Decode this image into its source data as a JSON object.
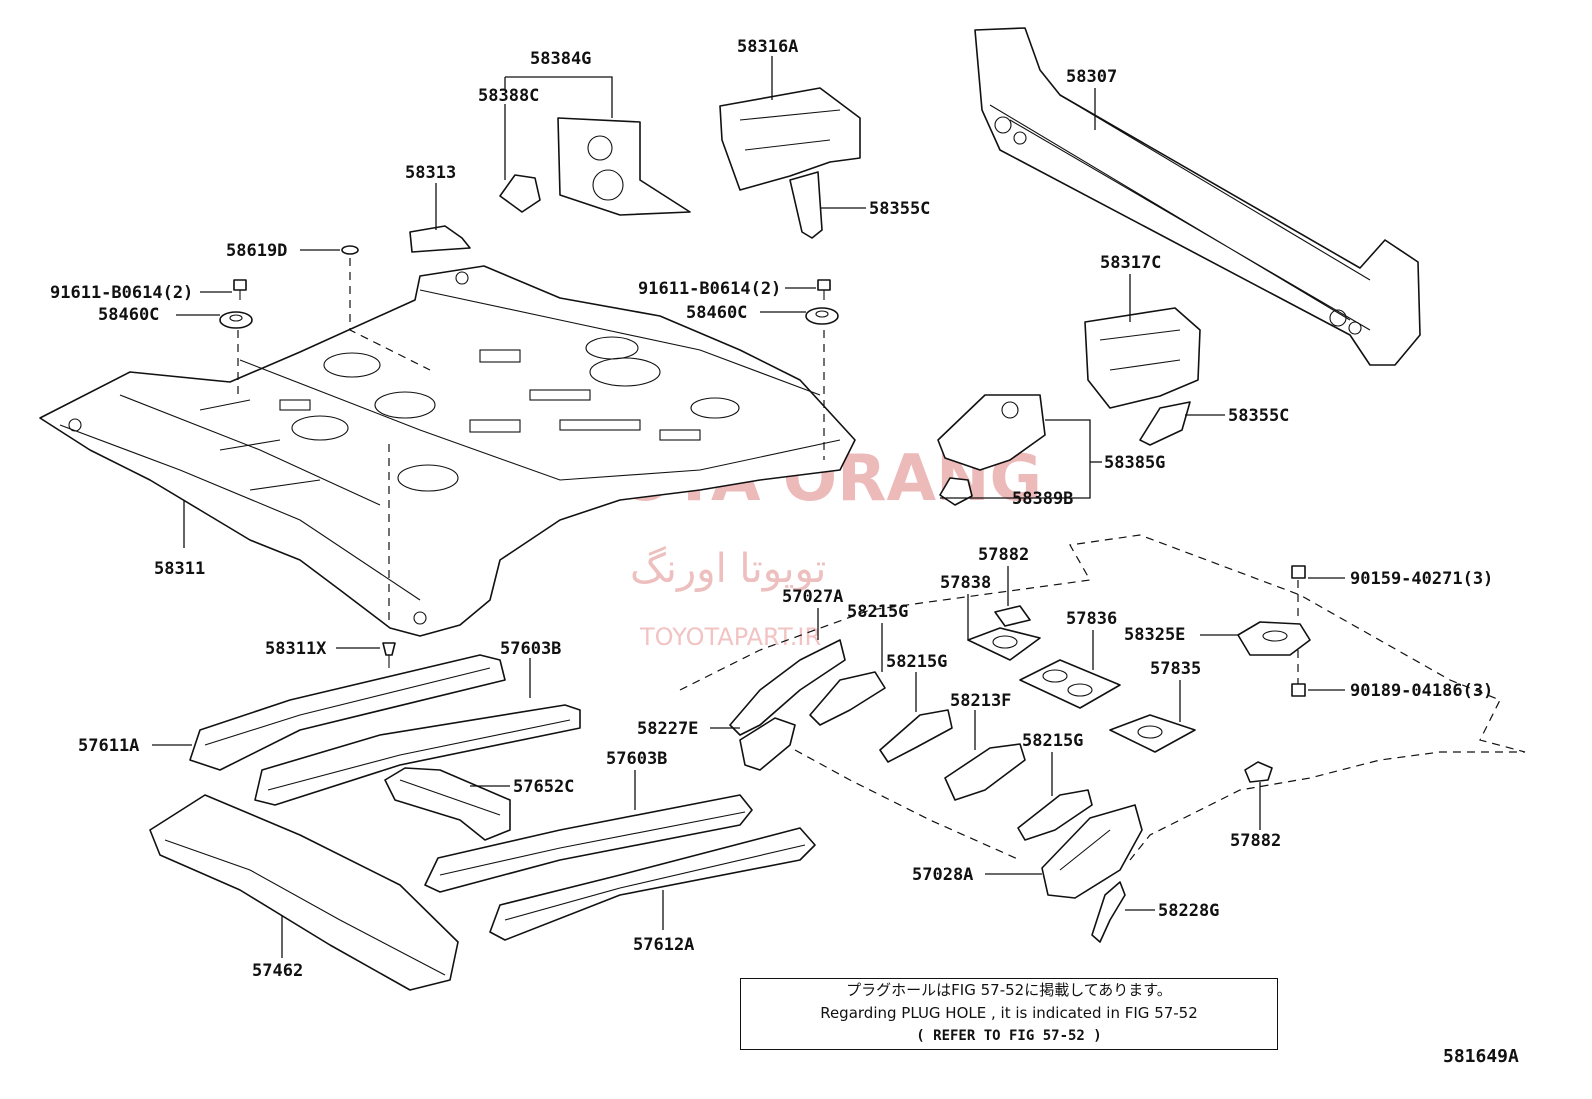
{
  "labels": {
    "p58384G": "58384G",
    "p58388C": "58388C",
    "p58316A": "58316A",
    "p58307": "58307",
    "p58313": "58313",
    "p58355C_top": "58355C",
    "p58619D": "58619D",
    "p91611_left": "91611-B0614(2)",
    "p58460C_left": "58460C",
    "p91611_right": "91611-B0614(2)",
    "p58460C_right": "58460C",
    "p58317C": "58317C",
    "p58355C_right": "58355C",
    "p58385G": "58385G",
    "p58389B": "58389B",
    "p58311": "58311",
    "p57882_top": "57882",
    "p57838": "57838",
    "p57027A": "57027A",
    "p58215G_a": "58215G",
    "p57836": "57836",
    "p58325E": "58325E",
    "p90159": "90159-40271(3)",
    "p90189": "90189-04186(3)",
    "p58311X": "58311X",
    "p57603B_top": "57603B",
    "p58215G_b": "58215G",
    "p57835": "57835",
    "p58213F": "58213F",
    "p57611A": "57611A",
    "p58227E": "58227E",
    "p58215G_c": "58215G",
    "p57652C": "57652C",
    "p57603B_mid": "57603B",
    "p57882_bottom": "57882",
    "p57028A": "57028A",
    "p58228G": "58228G",
    "p57462": "57462",
    "p57612A": "57612A"
  },
  "watermark": {
    "brand_en": "TOYOTA ORANG",
    "brand_fa": "تویوتا اورنگ",
    "site": "TOYOTAPART.IR"
  },
  "note": {
    "line_jp": "プラグホールはFIG 57-52に掲載してあります。",
    "line_en": "Regarding PLUG HOLE , it is indicated in FIG 57-52",
    "line_ref": "( REFER TO FIG 57-52 )"
  },
  "figure_code": "581649A"
}
